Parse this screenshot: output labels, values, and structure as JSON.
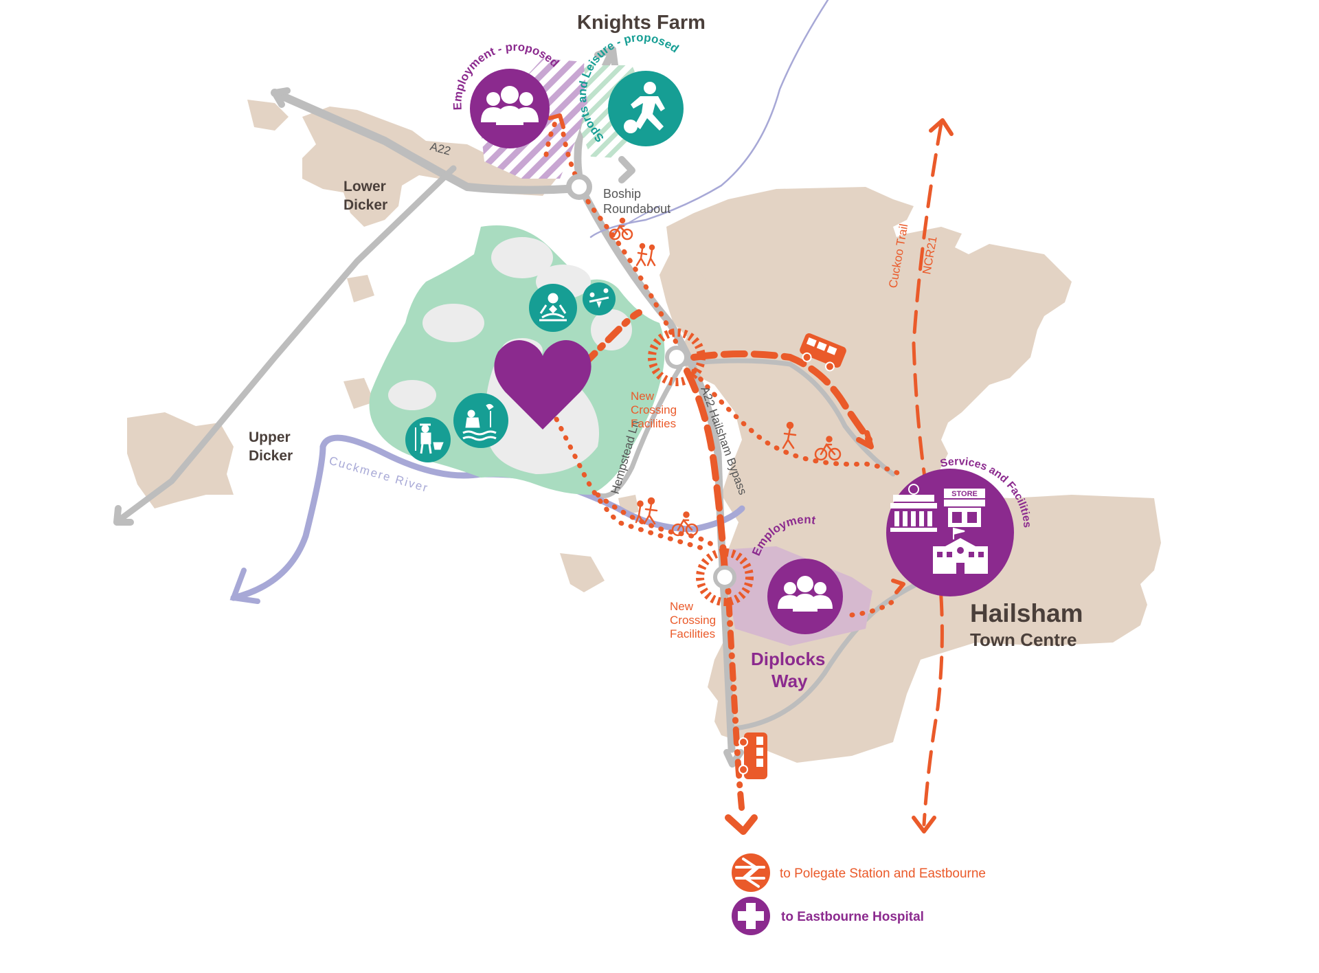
{
  "colors": {
    "urban": "#e3d3c4",
    "green": "#a9dcc0",
    "clearing": "#ececec",
    "road": "#bdbdbd",
    "river": "#a7a8d6",
    "orange": "#ea5a2a",
    "purple": "#8b2a8e",
    "teal": "#169e94",
    "text_dark": "#4a3f3a"
  },
  "places": {
    "knights_farm": "Knights Farm",
    "lower_dicker_1": "Lower",
    "lower_dicker_2": "Dicker",
    "upper_dicker_1": "Upper",
    "upper_dicker_2": "Dicker",
    "hailsham": "Hailsham",
    "town_centre": "Town Centre",
    "diplocks_1": "Diplocks",
    "diplocks_2": "Way"
  },
  "roads": {
    "a22": "A22",
    "boship_1": "Boship",
    "boship_2": "Roundabout",
    "hempstead": "Hempstead Ln",
    "bypass": "A22  Hailsham Bypass",
    "river": "Cuckmere River",
    "cuckoo": "Cuckoo Trail",
    "ncr21": "NCR21"
  },
  "crossings": {
    "north": [
      "New",
      "Crossing",
      "Facilities"
    ],
    "south": [
      "New",
      "Crossing",
      "Facilities"
    ]
  },
  "badges": {
    "employment_proposed": "Employment - proposed",
    "sports_proposed": "Sports and Leisure - proposed",
    "employment": "Employment",
    "services": "Services and Facilities",
    "store": "STORE"
  },
  "icons": {
    "people": "people-group-icon",
    "football": "football-player-icon",
    "heart": "heart-icon",
    "meditation": "meditation-icon",
    "seesaw": "seesaw-playground-icon",
    "birdwatch": "birdwatching-icon",
    "gardener": "gardener-icon",
    "bus": "bus-icon",
    "bike": "bicycle-icon",
    "walk": "walking-icon",
    "rail": "national-rail-icon",
    "hospital": "hospital-cross-icon"
  },
  "legend": {
    "rail": "to Polegate Station and Eastbourne",
    "hospital": "to Eastbourne Hospital"
  }
}
